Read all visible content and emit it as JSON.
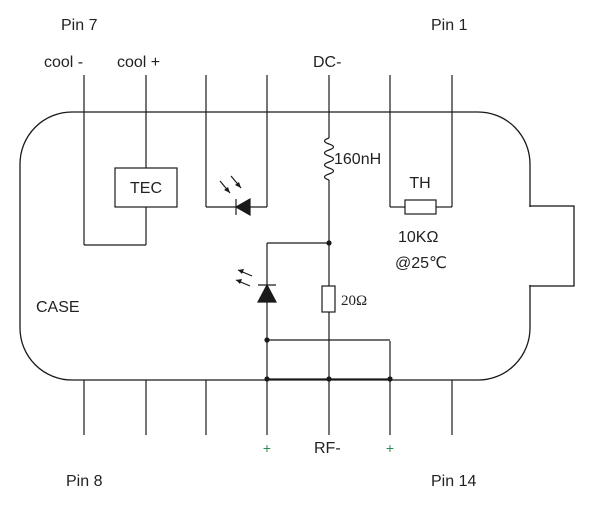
{
  "labels": {
    "pin7": "Pin 7",
    "pin1": "Pin 1",
    "pin8": "Pin 8",
    "pin14": "Pin 14",
    "cool_minus": "cool -",
    "cool_plus": "cool +",
    "dc_minus": "DC-",
    "tec": "TEC",
    "inductor": "160nH",
    "th": "TH",
    "th_value": "10KΩ",
    "th_temp": "@25℃",
    "case": "CASE",
    "resistor": "20Ω",
    "rf_minus": "RF-",
    "plus_left": "+",
    "plus_right": "+"
  },
  "colors": {
    "wire": "#1a1a1a",
    "text": "#222222",
    "plus": "#2e8b57"
  }
}
